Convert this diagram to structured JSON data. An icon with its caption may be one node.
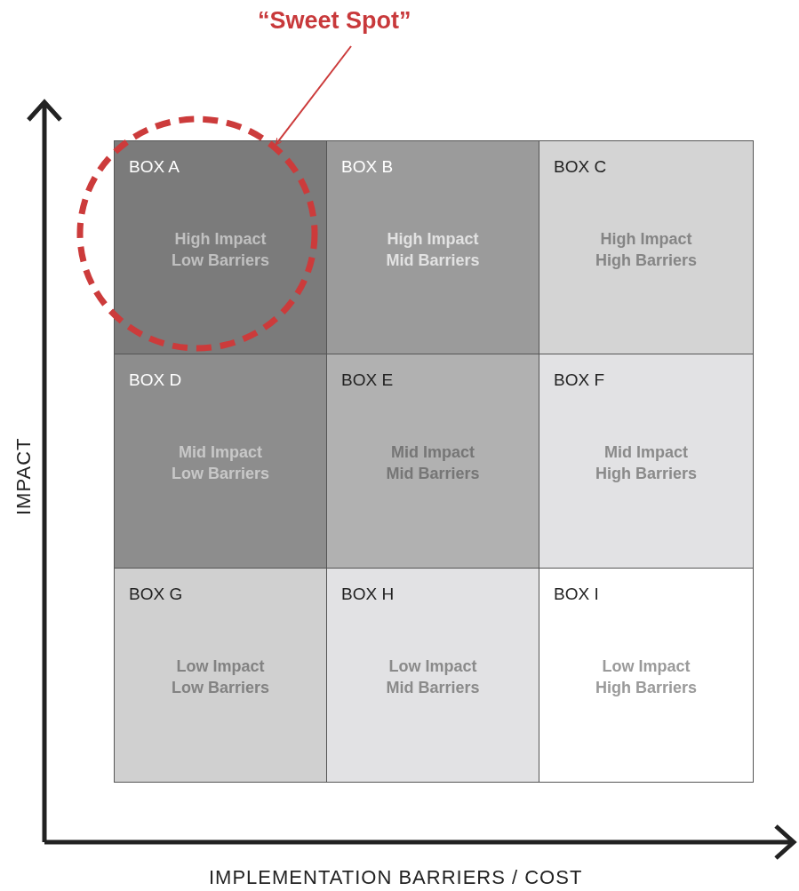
{
  "diagram": {
    "nodes": [
      {
        "text": [
          "“Sweet Spot”"
        ]
      },
      {
        "text": [],
        "shape": "circle"
      },
      {
        "text": [
          "BOX A",
          "High Impact Low Barriers"
        ]
      },
      {
        "text": [
          "BOX B",
          "High Impact Mid Barriers"
        ]
      },
      {
        "text": [
          "BOX C",
          "High Impact High Barriers"
        ]
      },
      {
        "text": [
          "BOX D",
          "Mid Impact Low Barriers"
        ]
      },
      {
        "text": [
          "BOX E",
          "Mid Impact Mid Barriers"
        ]
      },
      {
        "text": [
          "BOX F",
          "Mid Impact High Barriers"
        ]
      },
      {
        "text": [
          "BOX G",
          "Low Impact Low Barriers"
        ]
      },
      {
        "text": [
          "BOX H",
          "Low Impact Mid Barriers"
        ]
      },
      {
        "text": [
          "BOX I",
          "Low Impact High Barriers"
        ]
      }
    ],
    "edges": [
      {
        "from": 0,
        "to": 1,
        "arrow": "to",
        "color": "#cc3b3b"
      }
    ],
    "labels": [
      "IMPACT",
      "IMPLEMENTATION BARRIERS / COST"
    ]
  }
}
